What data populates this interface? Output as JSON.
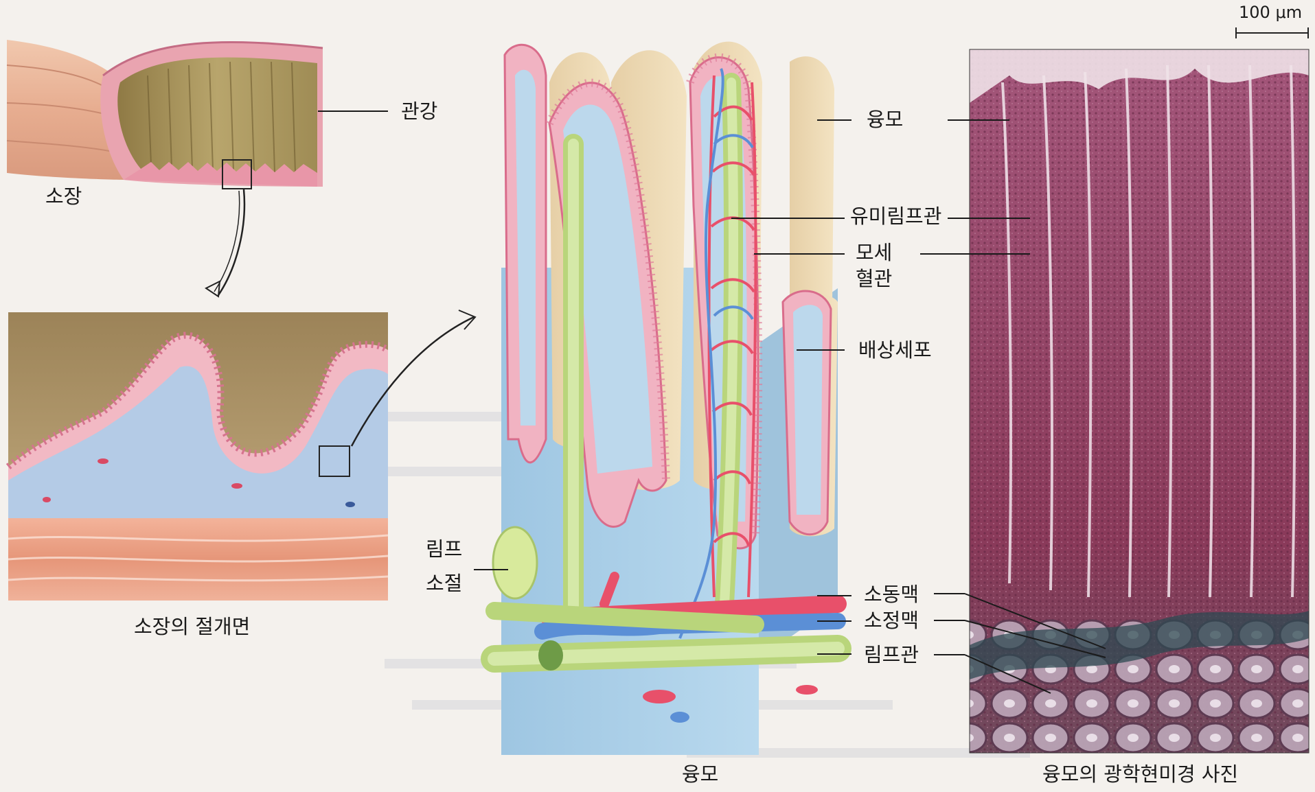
{
  "labels": {
    "small_intestine": "소장",
    "lumen": "관강",
    "cross_section": "소장의 절개면",
    "villus_top": "융모",
    "lacteal": "유미림프관",
    "capillary_1": "모세",
    "capillary_2": "혈관",
    "goblet_cell": "배상세포",
    "lymph_node_1": "림프",
    "lymph_node_2": "소절",
    "arteriole": "소동맥",
    "venule": "소정맥",
    "lymph_vessel": "림프관",
    "villus_caption": "융모",
    "micrograph_caption": "융모의 광학현미경 사진",
    "scale_bar": "100 μm"
  },
  "colors": {
    "tissue_pink": "#e68aa6",
    "lumen_tan": "#c9ad7a",
    "lamina_blue": "#a9cfe6",
    "lacteal_green": "#c7df8c",
    "artery_red": "#e8506a",
    "vein_blue": "#5b8fd6",
    "micrograph_purple": "#8e3d5c"
  }
}
